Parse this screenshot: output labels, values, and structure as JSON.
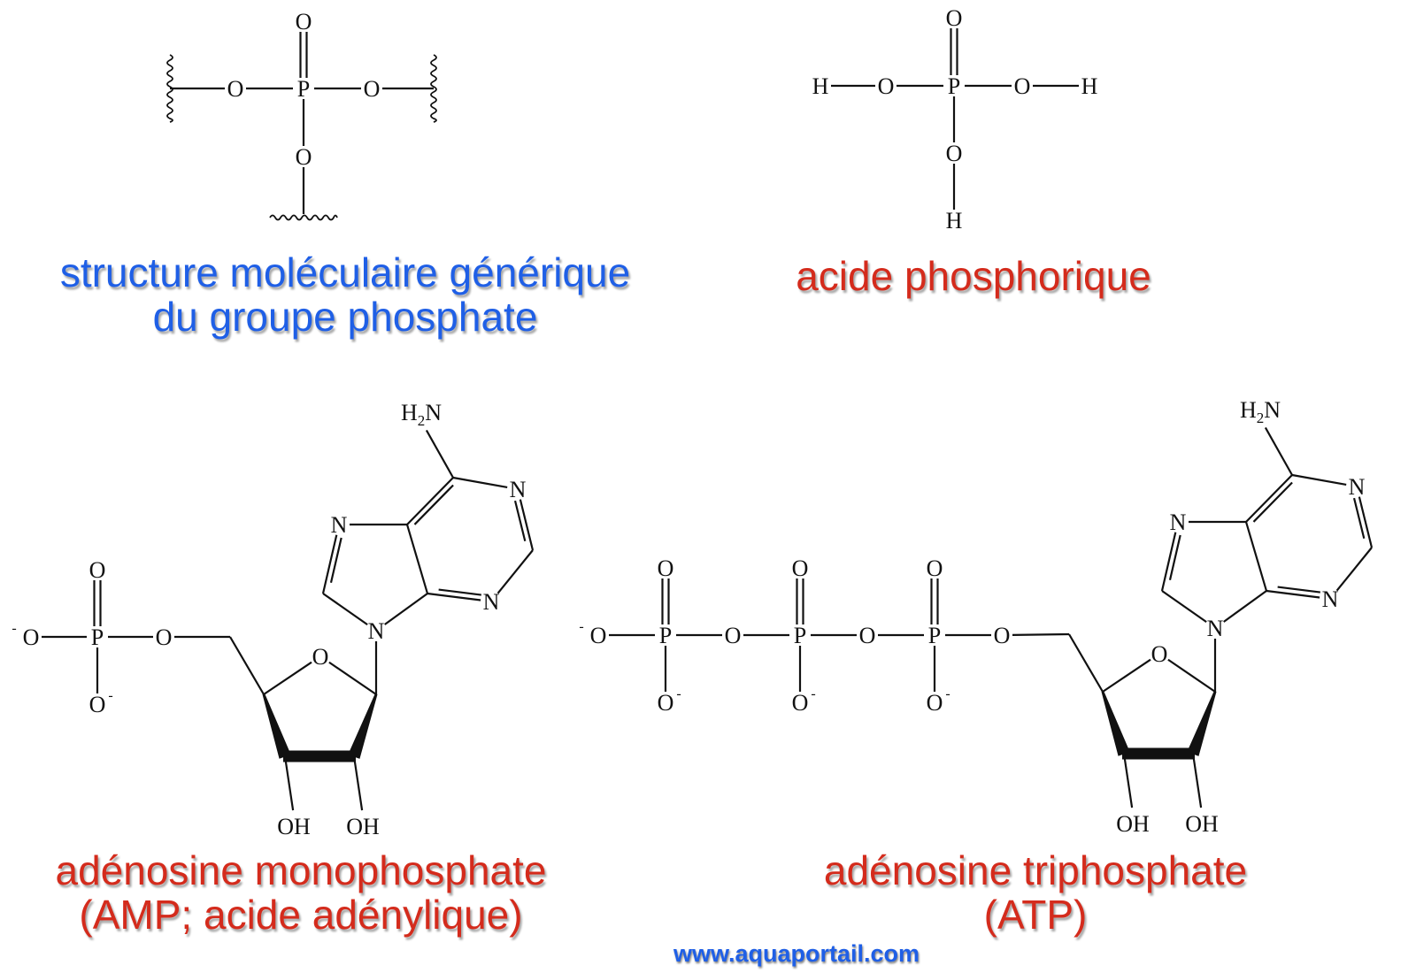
{
  "colors": {
    "blue_caption": "#1f5fe6",
    "red_caption": "#d42b1c",
    "phosphorus": "#cc1111",
    "bond": "#111111"
  },
  "captions": {
    "generic_phosphate": {
      "line1": "structure moléculaire générique",
      "line2": "du groupe phosphate"
    },
    "phosphoric_acid": {
      "line1": "acide phosphorique"
    },
    "amp": {
      "line1": "adénosine monophosphate",
      "line2": "(AMP; acide adénylique)"
    },
    "atp": {
      "line1": "adénosine triphosphate",
      "line2": "(ATP)"
    }
  },
  "watermark": "www.aquaportail.com",
  "atoms": {
    "oxygen": "O",
    "phosphorus": "P",
    "hydrogen": "H",
    "nitrogen": "N",
    "hydroxyl": "OH",
    "amine_h": "H",
    "amine_sub": "2",
    "amine_n": "N",
    "minus": "-"
  }
}
